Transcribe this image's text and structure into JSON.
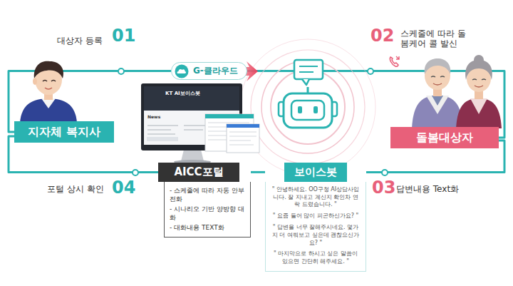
{
  "diagram": {
    "nodes": [
      {
        "text": [
          "지자체 복지사"
        ]
      },
      {
        "text": [
          "돌봄대상자"
        ]
      },
      {
        "text": [
          "G-클라우드"
        ]
      },
      {
        "text": [
          "AICC포털",
          "- 스케줄에 따라 자동 안부전화",
          "- 시나리오 기반 양방향 대화",
          "- 대화내용 TEXT화"
        ]
      },
      {
        "text": [
          "보이스봇",
          "\" 안녕하세요. OO구청 AI상담사입니다. 잘 지내고 계신지 확인차 연락 드렸습니다. \"",
          "\" 요즘 들어 많이 피곤하신가요? \"",
          "\" 답변을 너무 잘해주시네요. 몇가지 더 여쭤보고 싶은데 괜찮으신가요? \"",
          "\" 마지막으로 하시고 싶은 말씀이 있으면 간단히 해주세요. \""
        ]
      }
    ],
    "edges": [
      {
        "from": 0,
        "to": 2,
        "arrow": "none"
      },
      {
        "from": 2,
        "to": 1,
        "arrow": "none"
      },
      {
        "from": 0,
        "to": 3,
        "arrow": "none"
      },
      {
        "from": 3,
        "to": 4,
        "arrow": "none"
      },
      {
        "from": 4,
        "to": 1,
        "arrow": "none"
      }
    ],
    "labels": [
      "대상자 등록",
      "01",
      "02",
      "스케줄에 따라 돌봄케어 콜 발신",
      "KT AI보이스봇",
      "News",
      "포털 상시 확인",
      "04",
      "03",
      "답변내용 Text화"
    ]
  }
}
